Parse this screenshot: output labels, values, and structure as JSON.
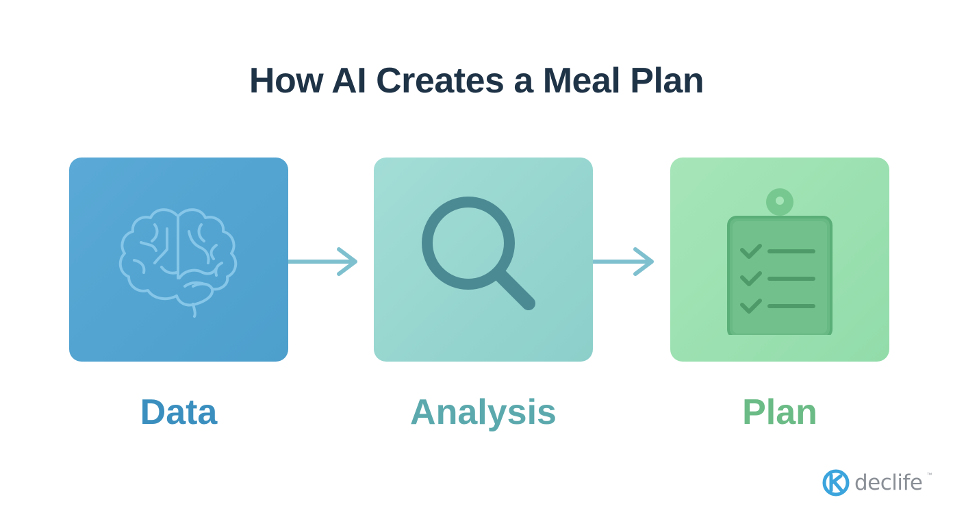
{
  "title": "How AI Creates a Meal Plan",
  "steps": [
    {
      "label": "Data",
      "icon": "brain-icon",
      "color": "#4d9fcc"
    },
    {
      "label": "Analysis",
      "icon": "magnifying-glass-icon",
      "color": "#8ccfca"
    },
    {
      "label": "Plan",
      "icon": "clipboard-checklist-icon",
      "color": "#92dcaa"
    }
  ],
  "brand": {
    "name": "declife",
    "trademark": "™"
  }
}
